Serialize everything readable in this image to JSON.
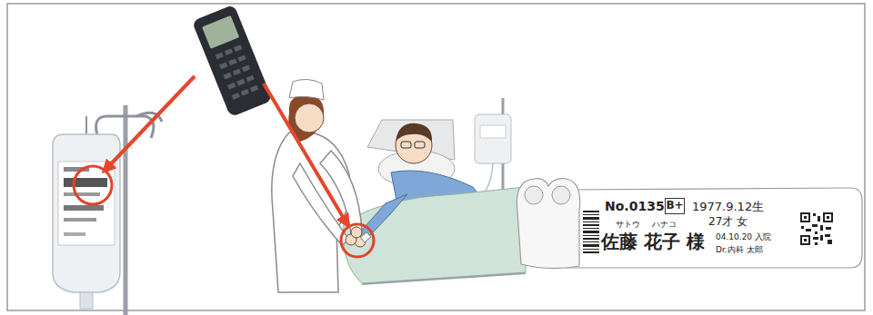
{
  "diagram": {
    "nodes": [
      {
        "text": [
          "No.01357",
          "1977.9.12生",
          "27才 女",
          "サトウ",
          "ハナコ",
          "佐藤 花子 様",
          "04.10.20 入院",
          "Dr.内科 太郎"
        ]
      },
      {
        "text": [
          "B+"
        ],
        "in": 0
      }
    ]
  }
}
